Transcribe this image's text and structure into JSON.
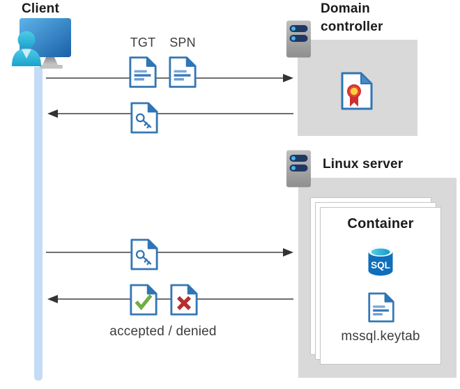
{
  "nodes": {
    "client": {
      "label": "Client"
    },
    "domain_controller": {
      "label_line1": "Domain",
      "label_line2": "controller"
    },
    "linux_server": {
      "label": "Linux server"
    },
    "container": {
      "label": "Container",
      "sql_badge": "SQL",
      "keytab_file": "mssql.keytab"
    }
  },
  "flow_labels": {
    "tgt": "TGT",
    "spn": "SPN",
    "accepted_denied": "accepted / denied"
  },
  "flows": [
    {
      "from": "client",
      "to": "domain-controller",
      "direction": "right",
      "artifacts": [
        "tgt-document",
        "spn-document"
      ]
    },
    {
      "from": "domain-controller",
      "to": "client",
      "direction": "left",
      "artifacts": [
        "kerberos-ticket-document"
      ]
    },
    {
      "from": "client",
      "to": "linux-server",
      "direction": "right",
      "artifacts": [
        "kerberos-ticket-document"
      ]
    },
    {
      "from": "linux-server",
      "to": "client",
      "direction": "left",
      "artifacts": [
        "accepted-document",
        "denied-document"
      ],
      "caption": "accepted / denied"
    }
  ],
  "icons": [
    "user-monitor-icon",
    "server-icon",
    "certificate-icon",
    "document-icon",
    "key-ticket-document-icon",
    "check-document-icon",
    "cross-document-icon",
    "sql-database-icon",
    "keytab-document-icon"
  ],
  "colors": {
    "background": "#ffffff",
    "node_box_gray": "#d9d9d9",
    "card_border": "#c4c4c4",
    "arrow_gray": "#3f3f3f",
    "heading_text": "#1b1b1b",
    "label_text": "#3d3d3d",
    "doc_blue": "#2e75b6",
    "doc_line_light": "#7aa7d8",
    "doc_line_dark": "#3b7abf",
    "check_green": "#6fae44",
    "cross_red": "#b52f2f",
    "cert_red": "#d6362f",
    "cert_gold": "#ffd23b",
    "sql_body_blue": "#0f6fbb",
    "sql_top_cyan": "#35b9e0",
    "client_timeline_blue": "#c5dcf7",
    "server_slot_navy": "#203864",
    "server_dot_cyan": "#41b8e8",
    "person_cyan": "#2fbede",
    "monitor_blue": "#2d7fc4"
  }
}
